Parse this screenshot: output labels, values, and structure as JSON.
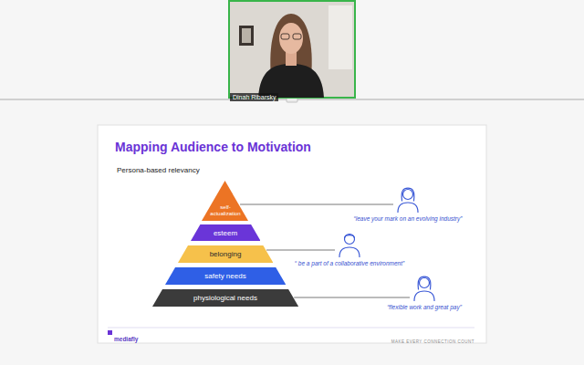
{
  "diagram": {
    "title": "Mapping Audience to Motivation",
    "nodes": [
      {
        "text": [
          "self-actualization"
        ]
      },
      {
        "text": [
          "esteem"
        ]
      },
      {
        "text": [
          "belonging"
        ]
      },
      {
        "text": [
          "safety needs"
        ]
      },
      {
        "text": [
          "physiological needs"
        ]
      },
      {
        "text": [
          "“leave your mark on an evolving industry”"
        ]
      },
      {
        "text": [
          "“ be a part of a collaborative environment”"
        ]
      },
      {
        "text": [
          "“flexible work and great pay”"
        ]
      }
    ],
    "edges": [
      {
        "from": 0,
        "to": 5,
        "arrow": "none"
      },
      {
        "from": 2,
        "to": 6,
        "arrow": "none"
      },
      {
        "from": 4,
        "to": 7,
        "arrow": "none"
      }
    ],
    "labels": [
      "Dinah Ribarsky",
      "Persona-based relevancy",
      "mediafly",
      "MAKE EVERY CONNECTION COUNT"
    ]
  }
}
